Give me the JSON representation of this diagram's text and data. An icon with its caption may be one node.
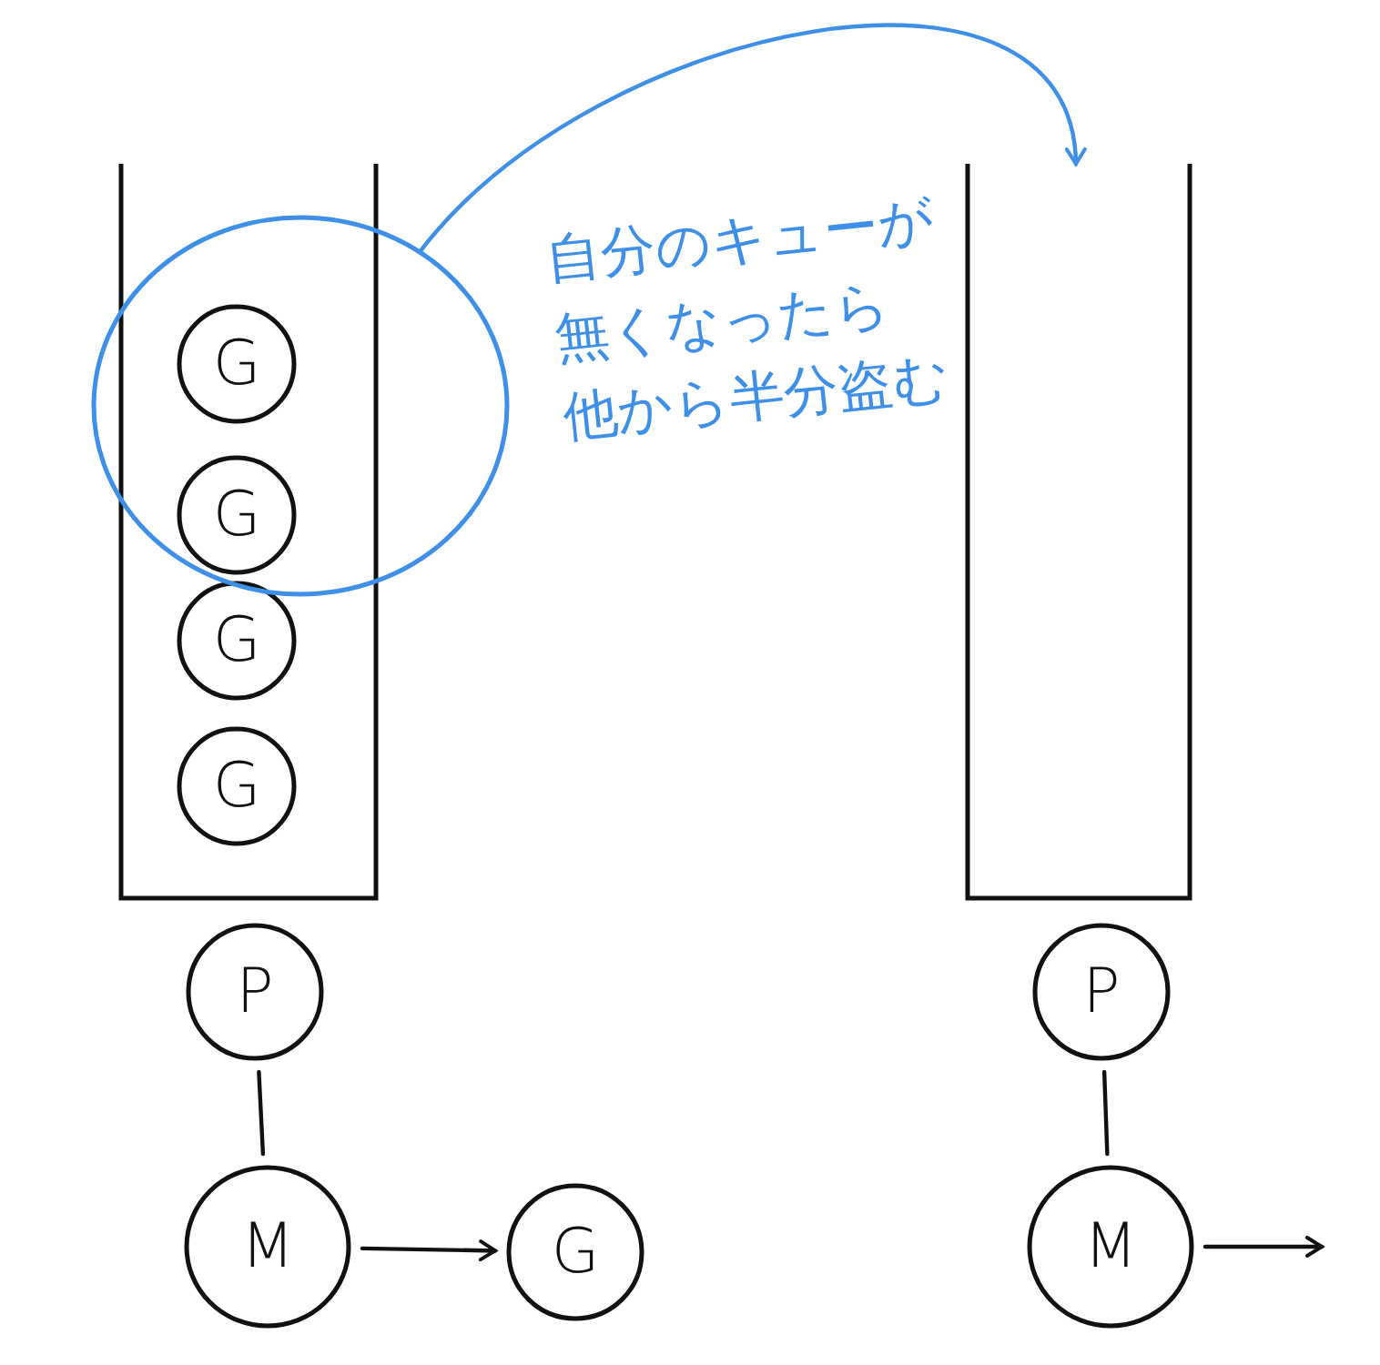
{
  "diagram": {
    "nodes": [
      {
        "text": [],
        "shape": "box"
      },
      {
        "text": [
          "G"
        ]
      },
      {
        "text": [
          "G"
        ]
      },
      {
        "text": [
          "G"
        ],
        "in": 0
      },
      {
        "text": [
          "G"
        ],
        "in": 0
      },
      {
        "text": [
          "P"
        ]
      },
      {
        "text": [
          "M"
        ]
      },
      {
        "text": [
          "G"
        ]
      },
      {
        "text": [],
        "shape": "box"
      },
      {
        "text": [
          "P"
        ]
      },
      {
        "text": [
          "M"
        ]
      },
      {
        "text": [],
        "shape": "circle"
      }
    ],
    "edges": [
      {
        "from": 5,
        "to": 6,
        "arrow": "none"
      },
      {
        "from": 6,
        "to": 7,
        "arrow": "to"
      },
      {
        "from": 9,
        "to": 10,
        "arrow": "none"
      },
      {
        "from": 10,
        "to": null,
        "arrow": "to"
      },
      {
        "from": 11,
        "to": 8,
        "arrow": "to",
        "color": "#3d8fe8"
      }
    ],
    "labels": [
      "自分のキューが無くなったら他から半分盗む"
    ]
  }
}
